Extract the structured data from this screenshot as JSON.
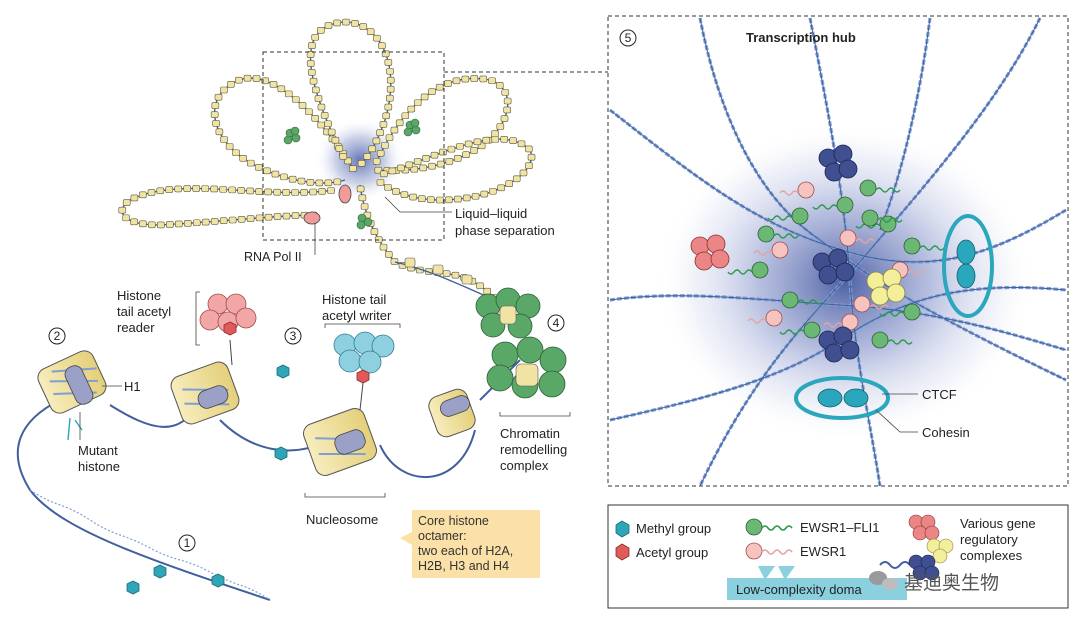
{
  "labels": {
    "rna_pol": "RNA Pol II",
    "llps_1": "Liquid–liquid",
    "llps_2": "phase separation",
    "reader_1": "Histone",
    "reader_2": "tail acetyl",
    "reader_3": "reader",
    "writer_1": "Histone tail",
    "writer_2": "acetyl writer",
    "h1": "H1",
    "mutant_1": "Mutant",
    "mutant_2": "histone",
    "nucleosome": "Nucleosome",
    "remodel_1": "Chromatin",
    "remodel_2": "remodelling",
    "remodel_3": "complex",
    "core_1": "Core histone",
    "core_2": "octamer:",
    "core_3": "two each of H2A,",
    "core_4": "H2B, H3 and H4",
    "hub_title": "Transcription hub",
    "ctcf": "CTCF",
    "cohesin": "Cohesin"
  },
  "steps": [
    "1",
    "2",
    "3",
    "4",
    "5"
  ],
  "legend": {
    "methyl": "Methyl group",
    "acetyl": "Acetyl group",
    "ewsr1_fli1": "EWSR1–FLI1",
    "ewsr1": "EWSR1",
    "various_1": "Various gene",
    "various_2": "regulatory",
    "various_3": "complexes",
    "low_complexity": "Low-complexity doma"
  },
  "watermark": "基迪奥生物",
  "colors": {
    "dna": "#7f9ed3",
    "dna_dark": "#3f5f9e",
    "histone": "#f1e3a4",
    "h1": "#9aa0c6",
    "methyl": "#2ea6b8",
    "acetyl": "#e05a5a",
    "reader": "#f3a6a6",
    "writer": "#8fd0e0",
    "remodeller": "#5aa867",
    "cohesin": "#2aa7bd",
    "glow": "#4a5fa8",
    "callout_bg": "#fbe1a8",
    "lowc_bg": "#8ad0de"
  },
  "icons": [
    "methyl-hexagon-icon",
    "acetyl-hexagon-icon",
    "wechat-icon"
  ]
}
